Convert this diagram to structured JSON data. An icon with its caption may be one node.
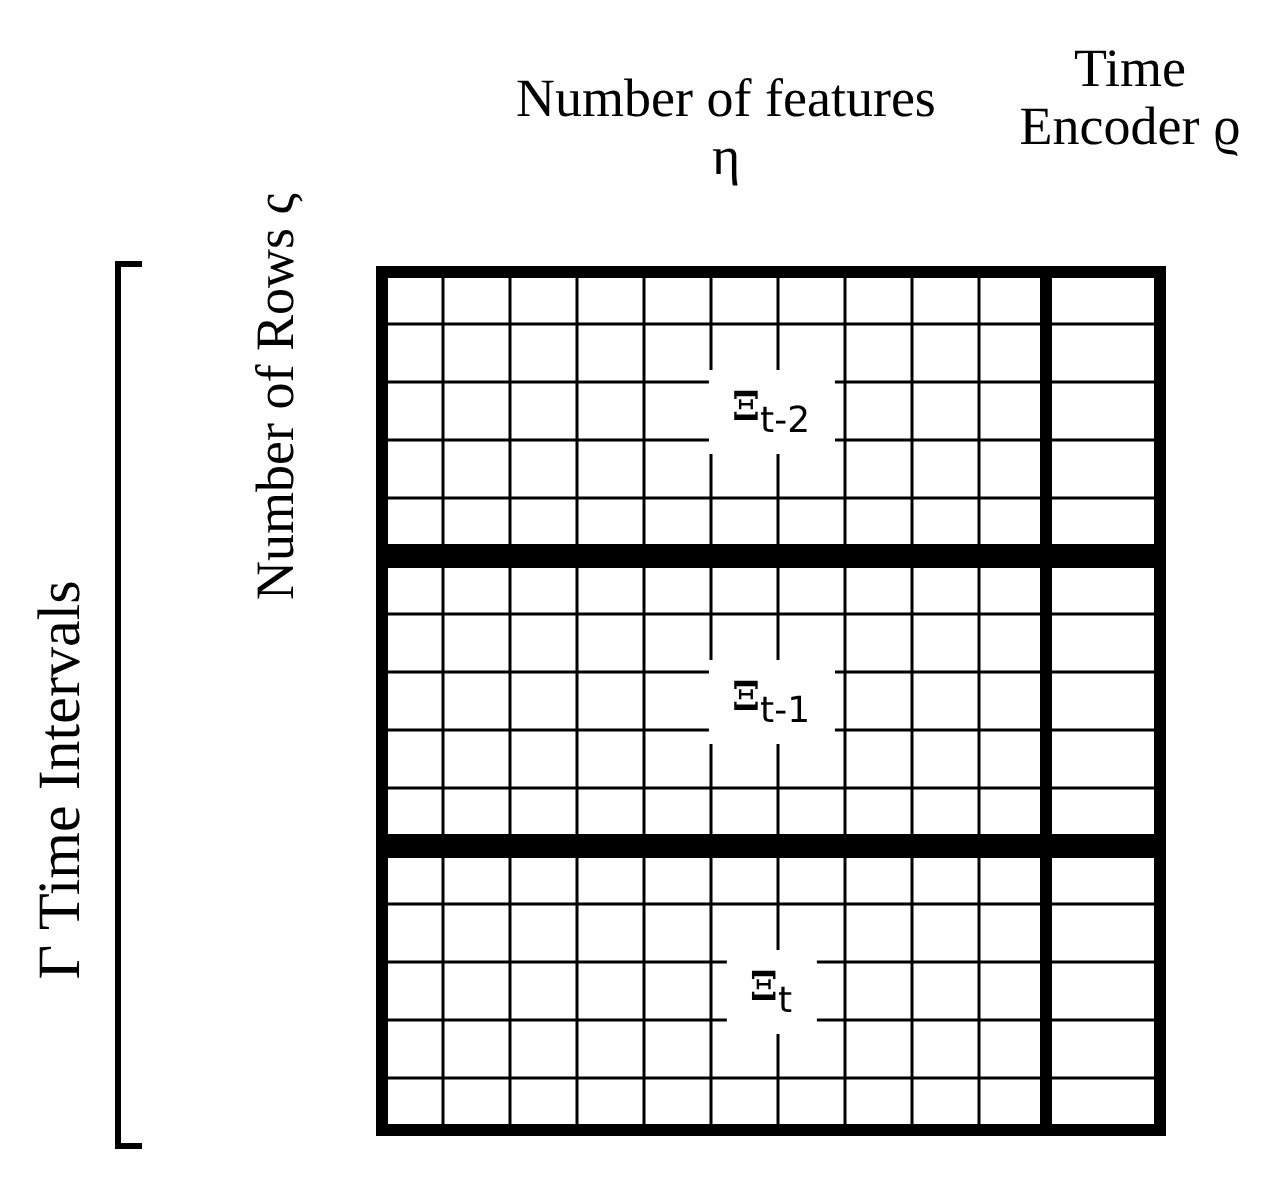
{
  "diagram": {
    "nodes": [
      {
        "text": [
          "**Ξ**$_{t-2}$"
        ]
      },
      {
        "text": [
          "**Ξ**$_{t-1}$"
        ]
      },
      {
        "text": [
          "**Ξ**$_{t}$"
        ]
      }
    ],
    "labels": [
      "Number of features η",
      "Time Encoder ϱ",
      "Number of Rows ς",
      "Γ Time Intervals"
    ]
  }
}
